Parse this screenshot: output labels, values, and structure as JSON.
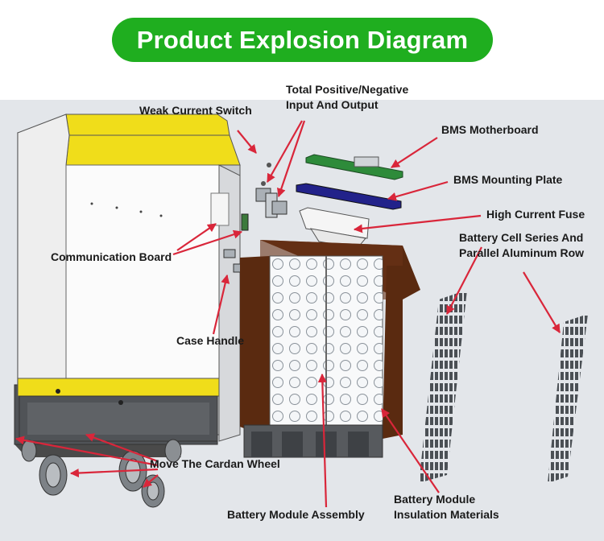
{
  "title": "Product Explosion Diagram",
  "labels": {
    "weak_current_switch": "Weak Current Switch",
    "total_pos_neg_line1": "Total Positive/Negative",
    "total_pos_neg_line2": "Input And Output",
    "bms_motherboard": "BMS Motherboard",
    "bms_mounting_plate": "BMS Mounting Plate",
    "high_current_fuse": "High Current Fuse",
    "battery_cell_line1": "Battery Cell Series And",
    "battery_cell_line2": "Parallel Aluminum Row",
    "communication_board": "Communication Board",
    "case_handle": "Case Handle",
    "move_cardan_wheel": "Move The Cardan Wheel",
    "battery_module_assembly": "Battery Module Assembly",
    "insulation_line1": "Battery Module",
    "insulation_line2": "Insulation Materials"
  },
  "colors": {
    "title_pill": "#1fae1f",
    "arrow": "#d9263a",
    "case_yellow": "#f0dd1a",
    "background": "#e3e6ea",
    "insulation": "#5a2a10",
    "bms_board": "#2e8b3a",
    "mounting_plate": "#22228a"
  }
}
